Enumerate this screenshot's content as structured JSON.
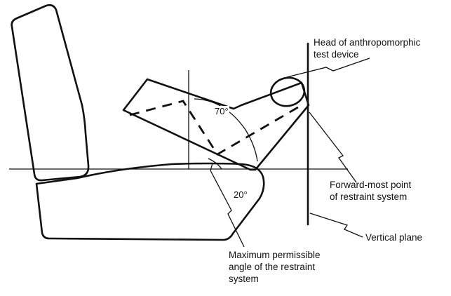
{
  "labels": {
    "head_line1": "Head of anthropomorphic",
    "head_line2": "test device",
    "forward_line1": "Forward-most point",
    "forward_line2": "of restraint system",
    "vertical_plane": "Vertical plane",
    "max_angle_line1": "Maximum permissible",
    "max_angle_line2": "angle of the restraint",
    "max_angle_line3": "system"
  },
  "angles": {
    "upper": "70°",
    "lower": "20°"
  }
}
